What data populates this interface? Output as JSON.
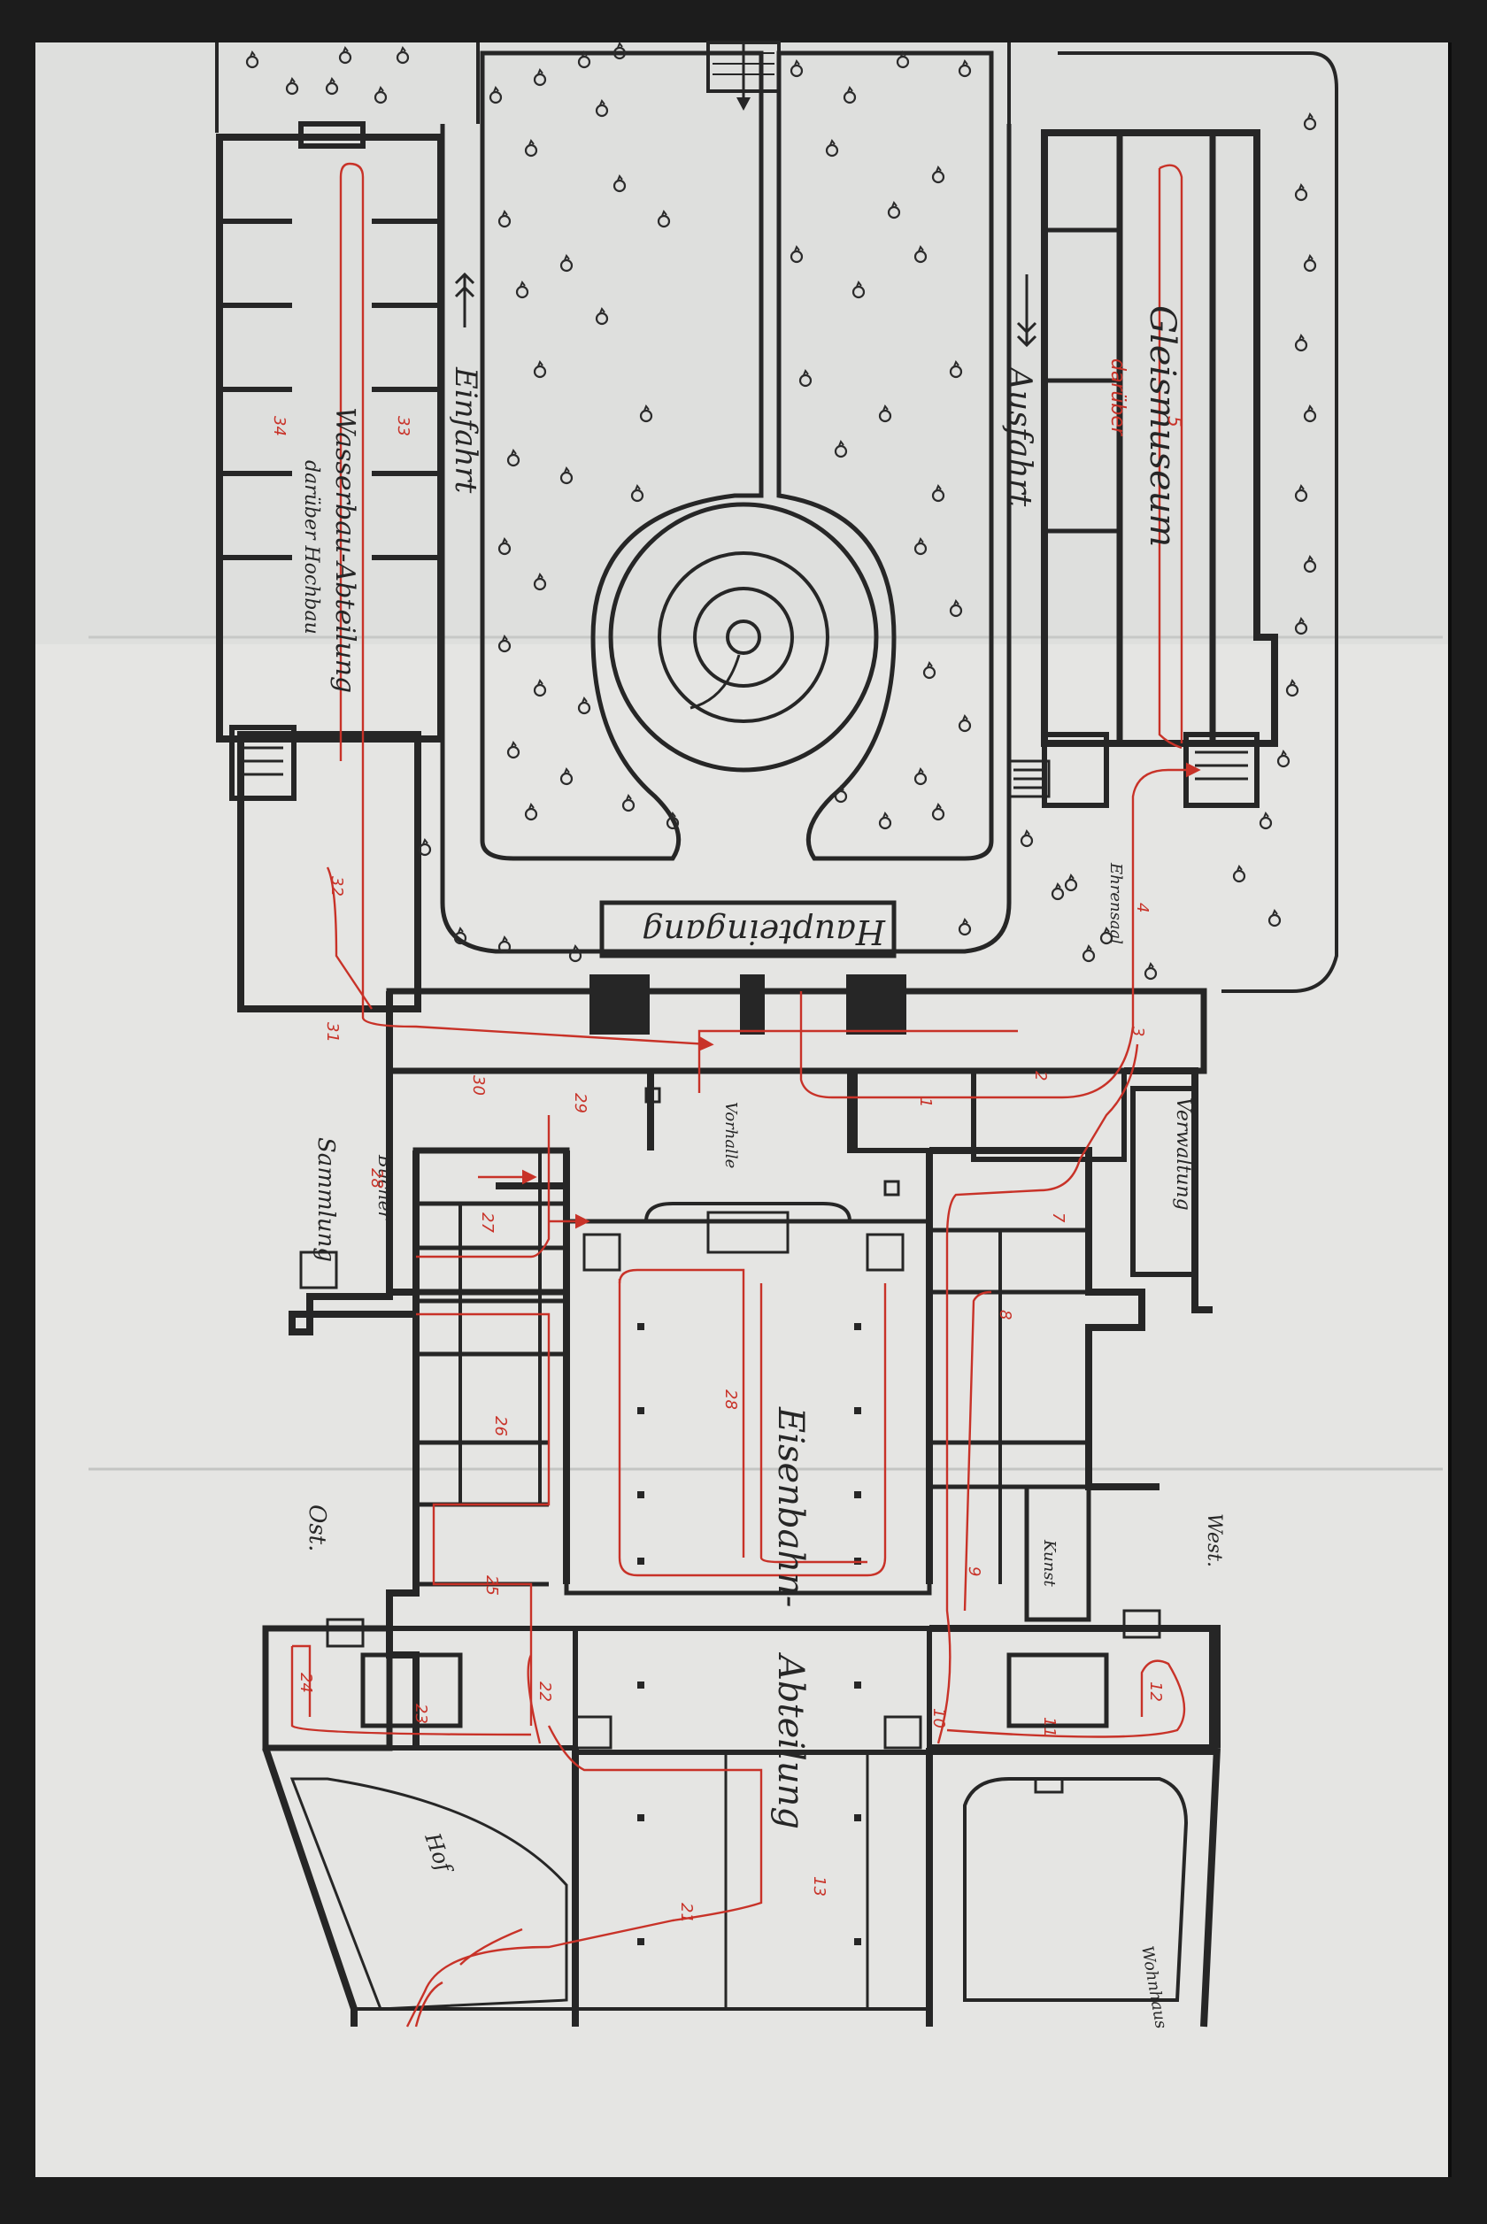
{
  "labels": {
    "einfahrt": "Einfahrt",
    "ausfahrt": "Ausfahrt",
    "wasserbau": "Wasserbau-Abteilung",
    "hochbau": "darüber Hochbau",
    "gleismuseum": "Gleismuseum",
    "gleis_note": "darüber",
    "haupteingang": "Haupteingang",
    "ehrensaal": "Ehrensaal",
    "vorhalle": "Vorhalle",
    "sammlung": "Sammlung",
    "buecher": "Bücher",
    "verwaltung": "Verwaltung",
    "eisenbahn": "Eisenbahn-",
    "abteilung": "Abteilung",
    "ost": "Ost.",
    "west": "West.",
    "hof": "Hof",
    "wohnhaus": "Wohnhaus",
    "kunst": "Kunst"
  },
  "route_numbers": [
    "1",
    "2",
    "3",
    "4",
    "5",
    "7",
    "8",
    "9",
    "10",
    "11",
    "12",
    "13",
    "21",
    "22",
    "23",
    "24",
    "25",
    "26",
    "27",
    "28",
    "29",
    "30",
    "31",
    "32",
    "33",
    "34",
    "28"
  ],
  "colors": {
    "paper": "#e5e5e3",
    "ink": "#262626",
    "route": "#c83228",
    "background": "#1c1c1c"
  }
}
